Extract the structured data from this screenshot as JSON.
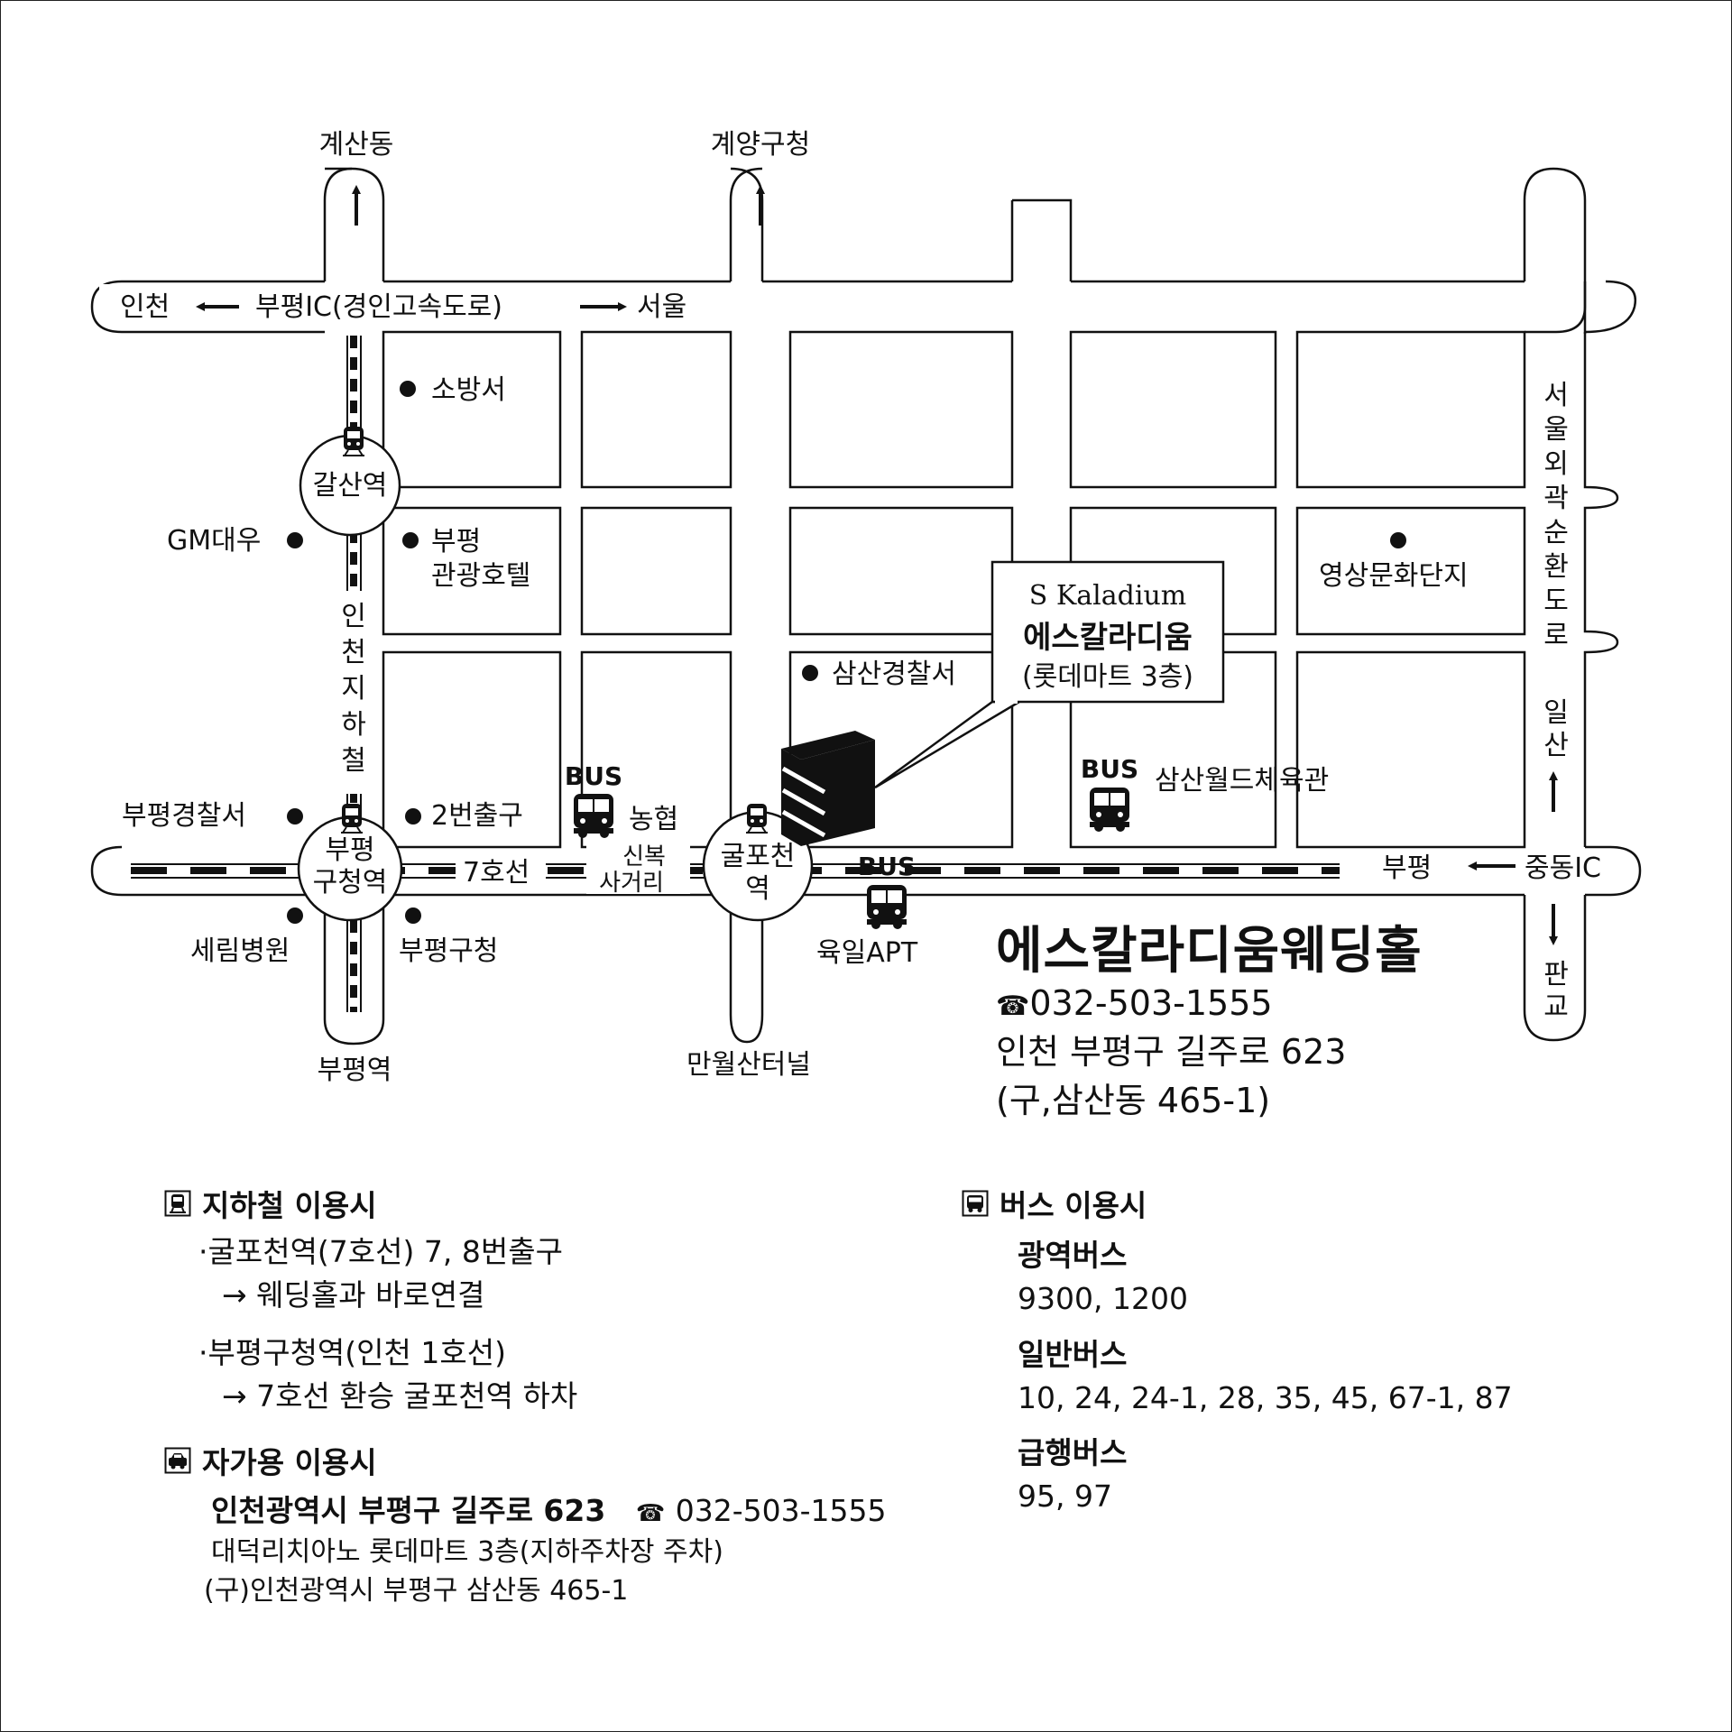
{
  "map": {
    "places": {
      "gyesan": "계산동",
      "gyeyang": "계양구청",
      "incheon": "인천",
      "bupyeong_ic": "부평IC(경인고속도로)",
      "seoul": "서울",
      "fire_station": "소방서",
      "galsan_station": "갈산역",
      "gm_daewoo": "GM대우",
      "bupyeong_hotel_1": "부평",
      "bupyeong_hotel_2": "관광호텔",
      "subway_line_vertical": "인천지하철",
      "bupyeong_police": "부평경찰서",
      "exit_2": "2번출구",
      "bupyeong_gucheong_station_1": "부평",
      "bupyeong_gucheong_station_2": "구청역",
      "line_7": "7호선",
      "sinbok_1": "신복",
      "sinbok_2": "사거리",
      "gulpocheon_1": "굴포천",
      "gulpocheon_2": "역",
      "nonghyup": "농협",
      "samsan_police": "삼산경찰서",
      "venue_en": "S Kaladium",
      "venue_ko": "에스칼라디움",
      "venue_floor": "(롯데마트  3층)",
      "samsan_world": "삼산월드체육관",
      "culture_complex": "영상문화단지",
      "outer_ring_road": "서울외곽순환도로",
      "ilsan": "일산",
      "bupyeong_east": "부평",
      "jungdong_ic": "중동IC",
      "pangyo": "판교",
      "serim_hospital": "세림병원",
      "bupyeong_office": "부평구청",
      "bupyeong_station": "부평역",
      "yugil_apt": "육일APT",
      "manwolsan_tunnel": "만월산터널",
      "bus_label": "BUS"
    }
  },
  "venue": {
    "name": "에스칼라디움웨딩홀",
    "phone_icon": "☎",
    "phone": "032-503-1555",
    "address": "인천 부평구 길주로 623",
    "old_address": "(구,삼산동 465-1)"
  },
  "guide": {
    "subway": {
      "title": "지하철 이용시",
      "icon": "train-icon",
      "items": [
        {
          "line": "·굴포천역(7호선) 7, 8번출구",
          "detail": "→ 웨딩홀과 바로연결"
        },
        {
          "line": "·부평구청역(인천 1호선)",
          "detail": "→ 7호선 환승 굴포천역 하차"
        }
      ]
    },
    "car": {
      "title": "자가용 이용시",
      "icon": "car-icon",
      "address": "인천광역시 부평구 길주로 623",
      "phone_icon": "☎",
      "phone": "032-503-1555",
      "line2": "대덕리치아노 롯데마트 3층(지하주차장 주차)",
      "line3": "(구)인천광역시 부평구 삼산동 465-1"
    },
    "bus": {
      "title": "버스 이용시",
      "icon": "bus-icon",
      "groups": [
        {
          "name": "광역버스",
          "routes": "9300, 1200"
        },
        {
          "name": "일반버스",
          "routes": "10, 24, 24-1, 28, 35, 45, 67-1, 87"
        },
        {
          "name": "급행버스",
          "routes": "95, 97"
        }
      ]
    }
  }
}
